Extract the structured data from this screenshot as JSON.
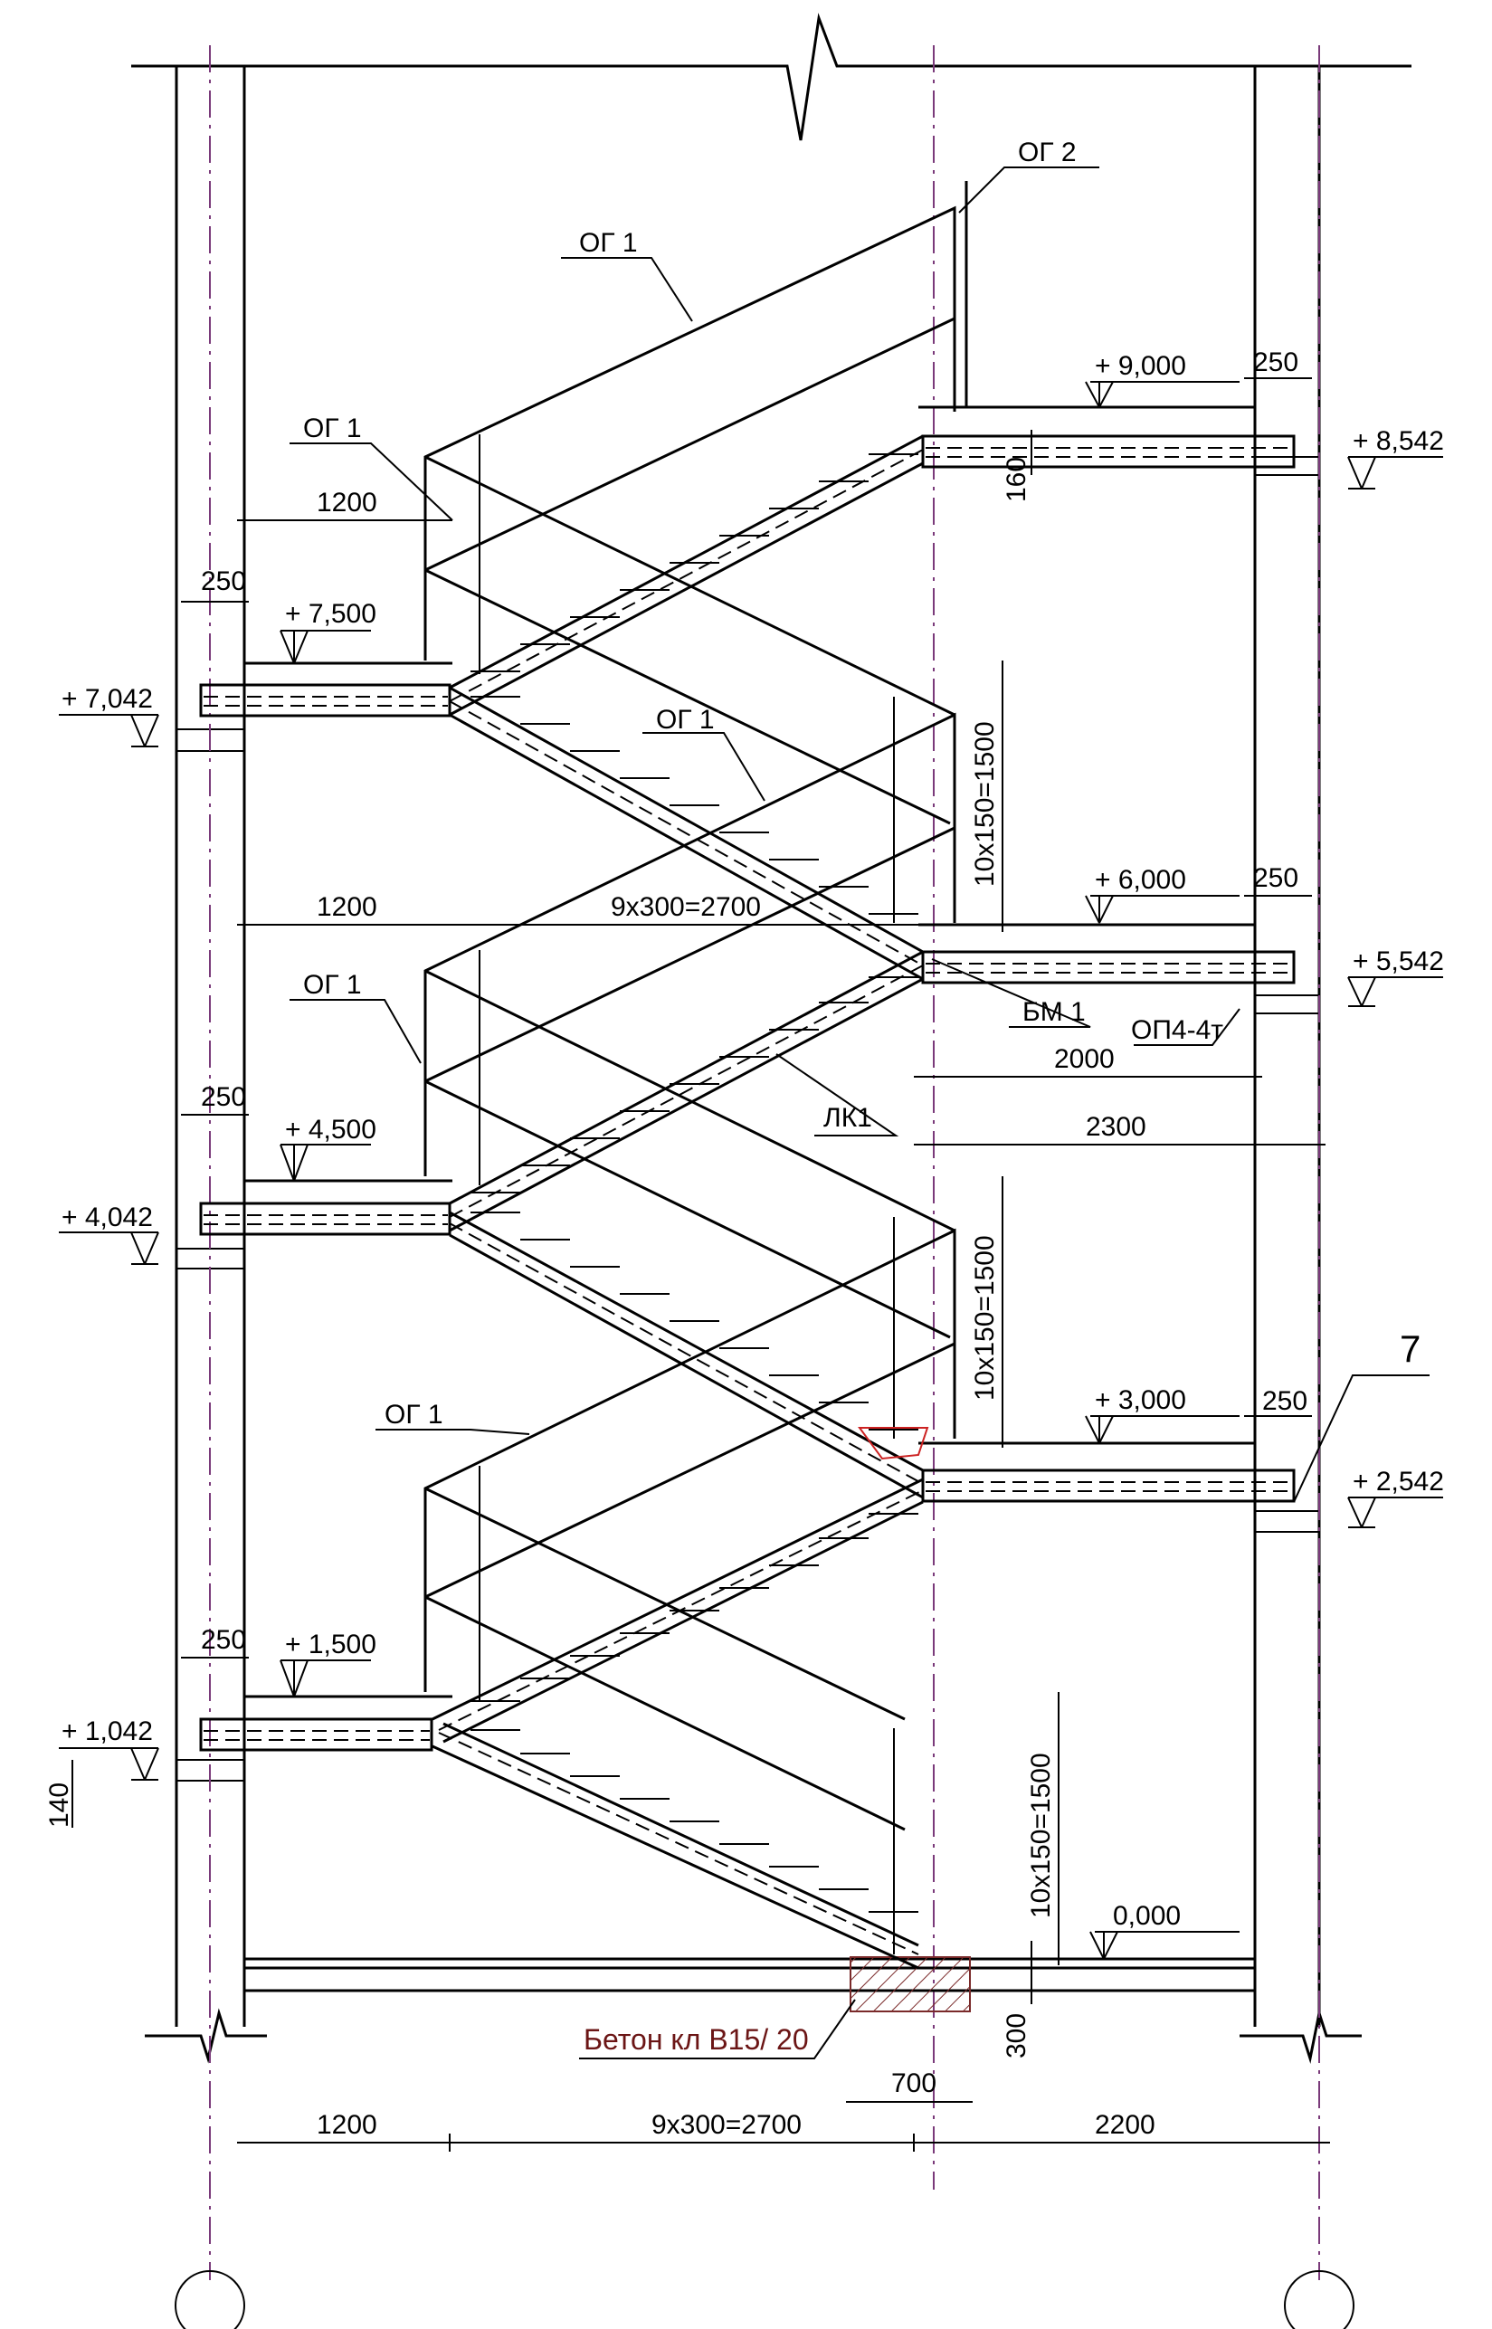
{
  "labels": {
    "og1": "ОГ 1",
    "og2": "ОГ 2",
    "bm1": "БМ 1",
    "op": "ОП4-4т",
    "lk1": "ЛК1",
    "note7": "7",
    "concrete": "Бетон кл В15/ 20"
  },
  "levels_left": {
    "l7500": "+ 7,500",
    "l7042": "+ 7,042",
    "l4500": "+ 4,500",
    "l4042": "+ 4,042",
    "l1500": "+ 1,500",
    "l1042": "+ 1,042"
  },
  "levels_right": {
    "l9000": "+ 9,000",
    "l8542": "+ 8,542",
    "l6000": "+ 6,000",
    "l5542": "+ 5,542",
    "l3000": "+ 3,000",
    "l2542": "+ 2,542",
    "l0000": "0,000"
  },
  "dims": {
    "d250": "250",
    "d1200": "1200",
    "d160": "160",
    "d140": "140",
    "d300": "300",
    "d700": "700",
    "d2000": "2000",
    "d2300": "2300",
    "d2200": "2200",
    "d2700": "9х300=2700",
    "d1500": "10х150=1500"
  }
}
